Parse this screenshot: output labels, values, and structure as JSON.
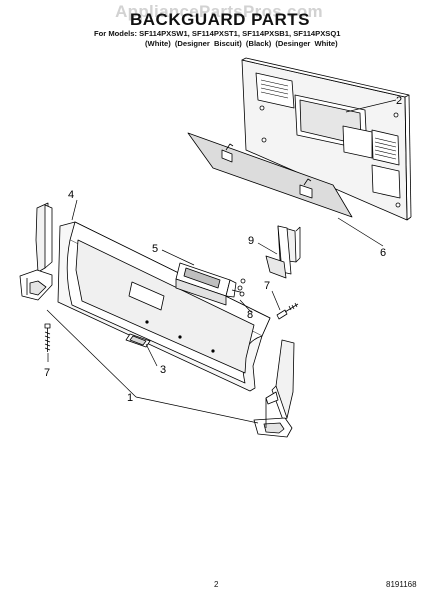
{
  "header": {
    "watermark": "AppliancePartsPros.com",
    "title": "BACKGUARD PARTS",
    "models_label": "For Models: SF114PXSW1, SF114PXST1, SF114PXSB1, SF114PXSQ1",
    "variants": "(White)   (Designer Biscuit)   (Black)   (Desinger White)"
  },
  "callouts": {
    "c1": "1",
    "c2": "2",
    "c3": "3",
    "c4": "4",
    "c5": "5",
    "c6": "6",
    "c7a": "7",
    "c7b": "7",
    "c8": "8",
    "c9": "9"
  },
  "footer": {
    "page_number": "2",
    "document_number": "8191168"
  }
}
